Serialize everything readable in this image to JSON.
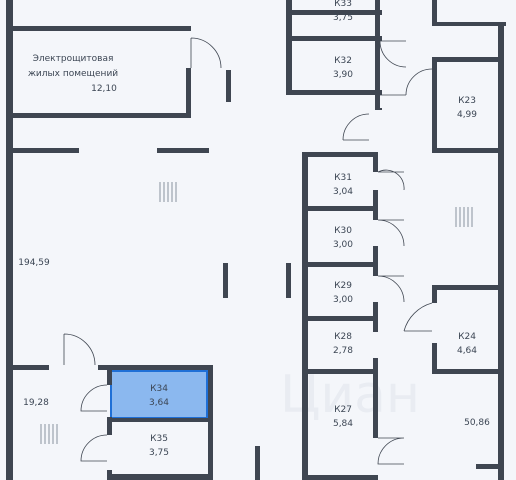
{
  "rooms": [
    {
      "id": "k33",
      "name": "К33",
      "area": "3,75"
    },
    {
      "id": "k32",
      "name": "К32",
      "area": "3,90"
    },
    {
      "id": "k23",
      "name": "К23",
      "area": "4,99"
    },
    {
      "id": "k31",
      "name": "К31",
      "area": "3,04"
    },
    {
      "id": "k30",
      "name": "К30",
      "area": "3,00"
    },
    {
      "id": "k29",
      "name": "К29",
      "area": "3,00"
    },
    {
      "id": "k28",
      "name": "К28",
      "area": "2,78"
    },
    {
      "id": "k24",
      "name": "К24",
      "area": "4,64"
    },
    {
      "id": "k27",
      "name": "К27",
      "area": "5,84"
    },
    {
      "id": "k34",
      "name": "К34",
      "area": "3,64"
    },
    {
      "id": "k35",
      "name": "К35",
      "area": "3,75"
    }
  ],
  "electrical_room": {
    "line1": "Электрощитовая",
    "line2": "жилых помещений",
    "area": "12,10"
  },
  "open_areas": {
    "hall_main": "194,59",
    "hall_left": "19,28",
    "hall_right": "50,86"
  },
  "watermark": "Циан",
  "colors": {
    "highlight_fill": "#8bb8ef",
    "highlight_stroke": "#1f6fd6",
    "wall": "#3f4651",
    "background": "#f4f6fa"
  }
}
